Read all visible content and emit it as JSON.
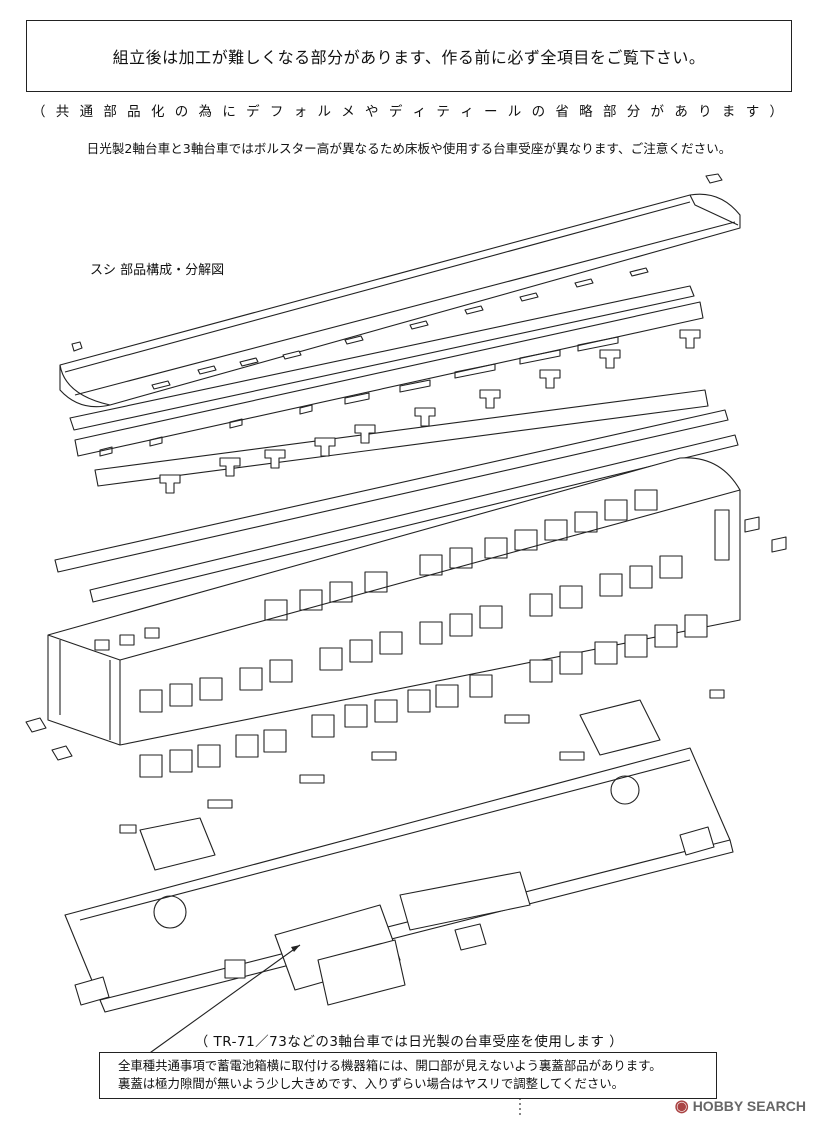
{
  "header": {
    "warning": "組立後は加工が難しくなる部分があります、作る前に必ず全項目をご覧下さい。",
    "note_simplified": "（ 共 通 部 品 化 の 為 に デ フ ォ ル メ や デ ィ テ ィ ー ル の 省 略 部 分 が あ り ま す ）",
    "note_bolster": "日光製2軸台車と3軸台車ではボルスター高が異なるため床板や使用する台車受座が異なります、ご注意ください。"
  },
  "diagram": {
    "label": "スシ 部品構成・分解図",
    "note_tr71": "（ TR-71／73などの3軸台車では日光製の台車受座を使用します ）"
  },
  "footer": {
    "line1": "全車種共通事項で蓄電池箱横に取付ける機器箱には、開口部が見えないよう裏蓋部品があります。",
    "line2": "裏蓋は極力隙間が無いよう少し大きめです、入りずらい場合はヤスリで調整してください。"
  },
  "watermark": {
    "text": "HOBBY SEARCH"
  }
}
